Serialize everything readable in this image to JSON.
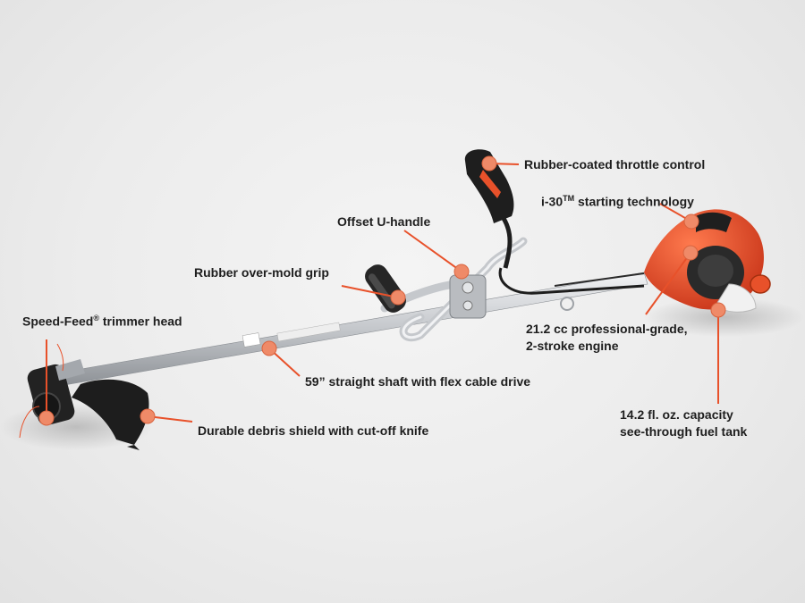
{
  "colors": {
    "accent": "#e8512a",
    "marker": "#ef8a68",
    "engine": "#e04a26",
    "shaft": "#c9ccd0",
    "dark": "#222222",
    "text": "#1e1e1e",
    "background": "#ececec"
  },
  "callouts": {
    "throttle": "Rubber-coated throttle control",
    "starting_pre": "i-30",
    "starting_sup": "TM",
    "starting_post": " starting technology",
    "u_handle": "Offset U-handle",
    "grip": "Rubber over-mold grip",
    "trimmer_pre": "Speed-Feed",
    "trimmer_sup": "®",
    "trimmer_post": " trimmer head",
    "engine_line1": "21.2 cc professional-grade,",
    "engine_line2": "2-stroke engine",
    "shaft": "59” straight shaft with flex cable drive",
    "tank_line1": "14.2 fl. oz. capacity",
    "tank_line2": "see-through fuel tank",
    "shield": "Durable debris shield with cut-off knife"
  }
}
